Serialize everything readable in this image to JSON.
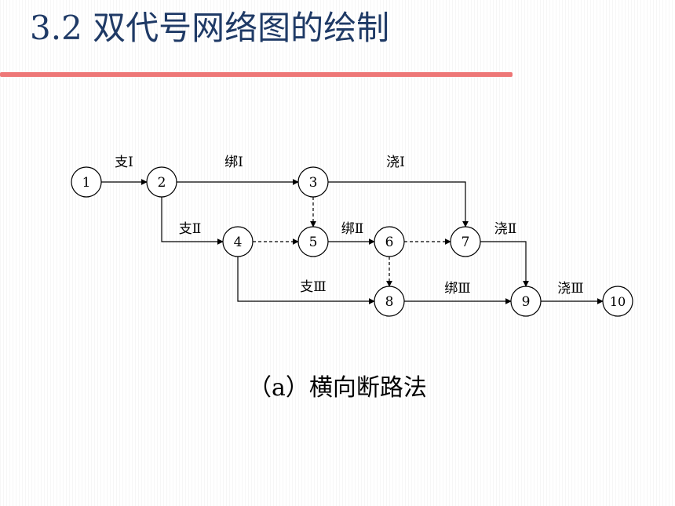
{
  "slide": {
    "title": "3.2  双代号网络图的绘制",
    "caption": "（a）横向断路法"
  },
  "colors": {
    "title": "#1f3a66",
    "rule": "#ee7777",
    "line": "#000000"
  },
  "network": {
    "nodes": [
      "1",
      "2",
      "3",
      "4",
      "5",
      "6",
      "7",
      "8",
      "9",
      "10"
    ],
    "activities": [
      {
        "from": "1",
        "to": "2",
        "label": "支Ⅰ"
      },
      {
        "from": "2",
        "to": "3",
        "label": "绑Ⅰ"
      },
      {
        "from": "3",
        "to": "7",
        "label": "浇Ⅰ"
      },
      {
        "from": "2",
        "to": "4",
        "label": "支Ⅱ"
      },
      {
        "from": "5",
        "to": "6",
        "label": "绑Ⅱ"
      },
      {
        "from": "7",
        "to": "9",
        "label": "浇Ⅱ"
      },
      {
        "from": "4",
        "to": "8",
        "label": "支Ⅲ"
      },
      {
        "from": "8",
        "to": "9",
        "label": "绑Ⅲ"
      },
      {
        "from": "9",
        "to": "10",
        "label": "浇Ⅲ"
      }
    ],
    "dummies": [
      {
        "from": "3",
        "to": "5"
      },
      {
        "from": "4",
        "to": "5"
      },
      {
        "from": "6",
        "to": "7"
      },
      {
        "from": "6",
        "to": "8"
      }
    ]
  }
}
